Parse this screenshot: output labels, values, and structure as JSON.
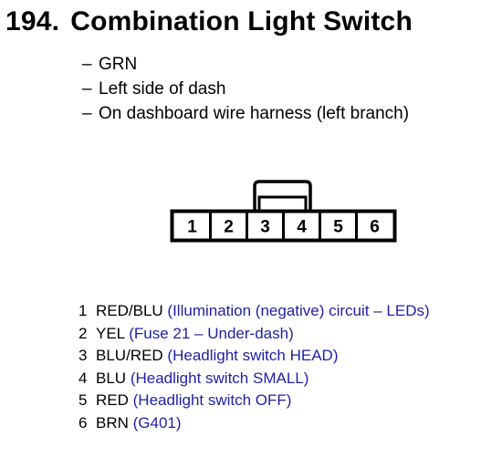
{
  "header": {
    "number": "194.",
    "title": "Combination Light Switch"
  },
  "notes": [
    {
      "dash": "–",
      "text": "GRN"
    },
    {
      "dash": "–",
      "text": "Left side of dash"
    },
    {
      "dash": "–",
      "text": "On dashboard wire harness (left branch)"
    }
  ],
  "connector": {
    "terminals": [
      "1",
      "2",
      "3",
      "4",
      "5",
      "6"
    ]
  },
  "pins": [
    {
      "number": "1",
      "wire": "RED/BLU",
      "description": "(Illumination (negative) circuit – LEDs)"
    },
    {
      "number": "2",
      "wire": "YEL",
      "description": "(Fuse 21 – Under-dash)"
    },
    {
      "number": "3",
      "wire": "BLU/RED",
      "description": "(Headlight switch HEAD)"
    },
    {
      "number": "4",
      "wire": "BLU",
      "description": "(Headlight switch SMALL)"
    },
    {
      "number": "5",
      "wire": "RED",
      "description": "(Headlight switch OFF)"
    },
    {
      "number": "6",
      "wire": "BRN",
      "description": "(G401)"
    }
  ],
  "colors": {
    "text": "#000000",
    "description": "#1f1fa8"
  }
}
